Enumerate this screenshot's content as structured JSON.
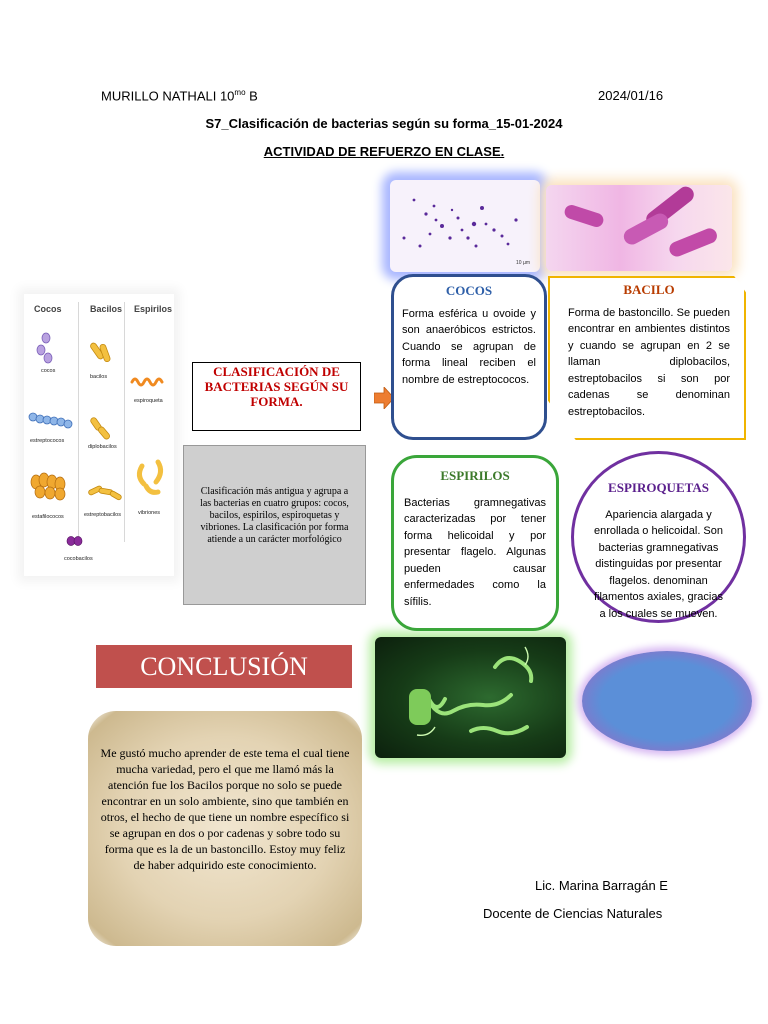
{
  "header": {
    "student_name": "MURILLO NATHALI 10",
    "student_grade_sup": "mo",
    "student_section": " B",
    "date": "2024/01/16",
    "title": "S7_Clasificación de bacterias según su forma_15-01-2024",
    "subtitle": "ACTIVIDAD DE REFUERZO EN CLASE."
  },
  "infographic": {
    "columns": [
      "Cocos",
      "Bacilos",
      "Espirilos"
    ],
    "labels": {
      "cocos": "cocos",
      "estreptococos": "estreptococos",
      "estafilococos": "estafilococos",
      "cocobacilos": "cocobacilos",
      "bacilos": "bacilos",
      "diplobacilos": "diplobacilos",
      "estreptobacilos": "estreptobacilos",
      "espiroqueta": "espiroqueta",
      "vibriones": "vibriones"
    }
  },
  "title_box": {
    "text": "CLASIFICACIÓN DE BACTERIAS SEGÚN SU FORMA."
  },
  "gray_box": {
    "text": "Clasificación más antigua y agrupa a las bacterias en cuatro grupos: cocos, bacilos, espirilos, espiroquetas y vibriones. La clasificación por forma atiende a un carácter morfológico"
  },
  "cards": {
    "cocos": {
      "title": "COCOS",
      "body": "Forma esférica u ovoide y son anaeróbicos estrictos. Cuando se agrupan de forma lineal reciben el nombre de estreptococos."
    },
    "bacilo": {
      "title": "BACILO",
      "body": "Forma de bastoncillo. Se pueden encontrar en ambientes distintos y cuando se agrupan en 2 se llaman diplobacilos, estreptobacilos si son por cadenas se denominan estreptobacilos."
    },
    "espirilos": {
      "title": "ESPIRILOS",
      "body": "Bacterias gramnegativas caracterizadas por tener forma helicoidal y por presentar flagelo. Algunas pueden causar enfermedades como la sífilis."
    },
    "espiroquetas": {
      "title": "ESPIROQUETAS",
      "body": "Apariencia alargada y enrollada o helicoidal. Son bacterias gramnegativas distinguidas por presentar flagelos. denominan filamentos axiales, gracias a los cuales se mueven."
    }
  },
  "micrograph_scale": "10 µm",
  "conclusion": {
    "heading": "CONCLUSIÓN",
    "text": "Me gustó mucho aprender de este tema el cual tiene mucha variedad, pero el que me llamó más la atención fue los Bacilos porque no solo se puede encontrar en un solo ambiente, sino que también en otros, el hecho de que tiene un nombre específico si se agrupan en dos o por cadenas y sobre todo su forma que es la de un bastoncillo. Estoy muy feliz de haber adquirido este conocimiento."
  },
  "signature": {
    "name": "Lic. Marina Barragán E",
    "role": "Docente de Ciencias Naturales"
  },
  "colors": {
    "title_red": "#c00000",
    "conclusion_bg": "#c0504d",
    "cocos_border": "#2f4f8f",
    "bacilo_border": "#f0b400",
    "espirilos_border": "#3aa63a",
    "espiroquetas_border": "#7030a0",
    "arrow_fill": "#ed7d31"
  },
  "icons": {
    "arrow": "right-arrow-icon"
  }
}
